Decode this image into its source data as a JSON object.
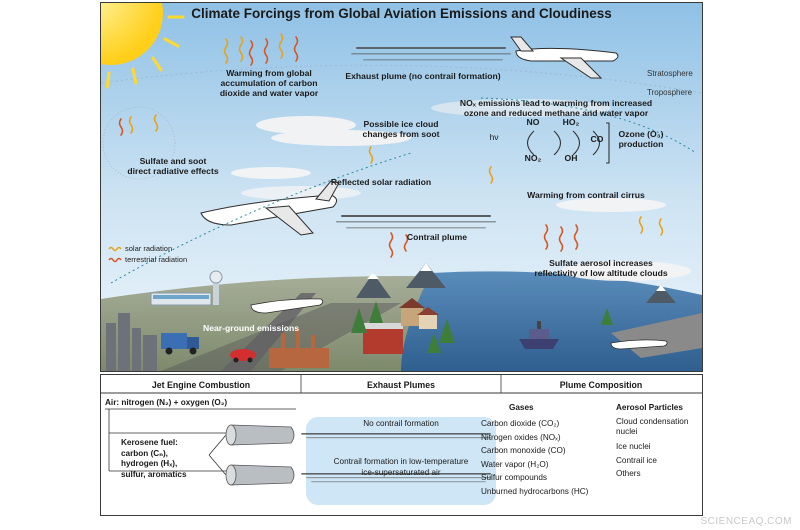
{
  "title": "Climate Forcings from Global Aviation Emissions and Cloudiness",
  "atmosphere": {
    "stratosphere": "Stratosphere",
    "troposphere": "Troposphere"
  },
  "labels": {
    "warming_global_1": "Warming from global",
    "warming_global_2": "accumulation of carbon",
    "warming_global_3": "dioxide and water vapor",
    "exhaust_plume": "Exhaust plume (no contrail formation)",
    "nox_1": "NOₓ emissions lead to warming from increased",
    "nox_2": "ozone and reduced methane and water vapor",
    "ice_cloud_1": "Possible ice cloud",
    "ice_cloud_2": "changes from soot",
    "sulfate_soot_1": "Sulfate and soot",
    "sulfate_soot_2": "direct radiative effects",
    "reflected_solar": "Reflected solar radiation",
    "contrail_cirrus": "Warming from contrail cirrus",
    "contrail_plume": "Contrail plume",
    "sulfate_aerosol_1": "Sulfate aerosol increases",
    "sulfate_aerosol_2": "reflectivity of low altitude clouds",
    "near_ground": "Near-ground emissions"
  },
  "chemistry": {
    "no": "NO",
    "no2": "NO₂",
    "ho2": "HO₂",
    "oh": "OH",
    "co": "CO",
    "hv": "hν",
    "ozone_1": "Ozone (O₃)",
    "ozone_2": "production"
  },
  "legend": {
    "solar": "solar radiation",
    "terrestrial": "terrestrial radiation"
  },
  "bottom": {
    "col1_header": "Jet Engine Combustion",
    "col2_header": "Exhaust Plumes",
    "col3_header": "Plume Composition",
    "air": "Air: nitrogen (N₂) + oxygen (O₂)",
    "kerosene_1": "Kerosene fuel:",
    "kerosene_2": "carbon (Cₙ),",
    "kerosene_3": "hydrogen (Hₓ),",
    "kerosene_4": "sulfur, aromatics",
    "no_contrail": "No contrail formation",
    "contrail_1": "Contrail formation in low-temperature",
    "contrail_2": "ice-supersaturated air",
    "gases_header": "Gases",
    "gases": [
      "Carbon dioxide (CO₂)",
      "Nitrogen oxides (NOₓ)",
      "Carbon monoxide (CO)",
      "Water vapor (H₂O)",
      "Sulfur compounds",
      "Unburned hydrocarbons (HC)"
    ],
    "aerosol_header": "Aerosol Particles",
    "aerosol_1": "Cloud condensation",
    "aerosol_2": "nuclei",
    "aerosol_3": "Ice nuclei",
    "aerosol_4": "Contrail ice",
    "aerosol_5": "Others"
  },
  "watermark": "SCIENCEAQ.COM",
  "colors": {
    "sky_top": "#8fc1e6",
    "sky_bottom": "#eaf4fb",
    "sun": "#ffd92e",
    "solar_arrow": "#e8a21a",
    "terrestrial_arrow": "#d9541e",
    "cloud": "#f2f2f2",
    "ground": "#8c9a7a",
    "water": "#3e6f9e",
    "plume_bg": "#cfe6f6"
  }
}
